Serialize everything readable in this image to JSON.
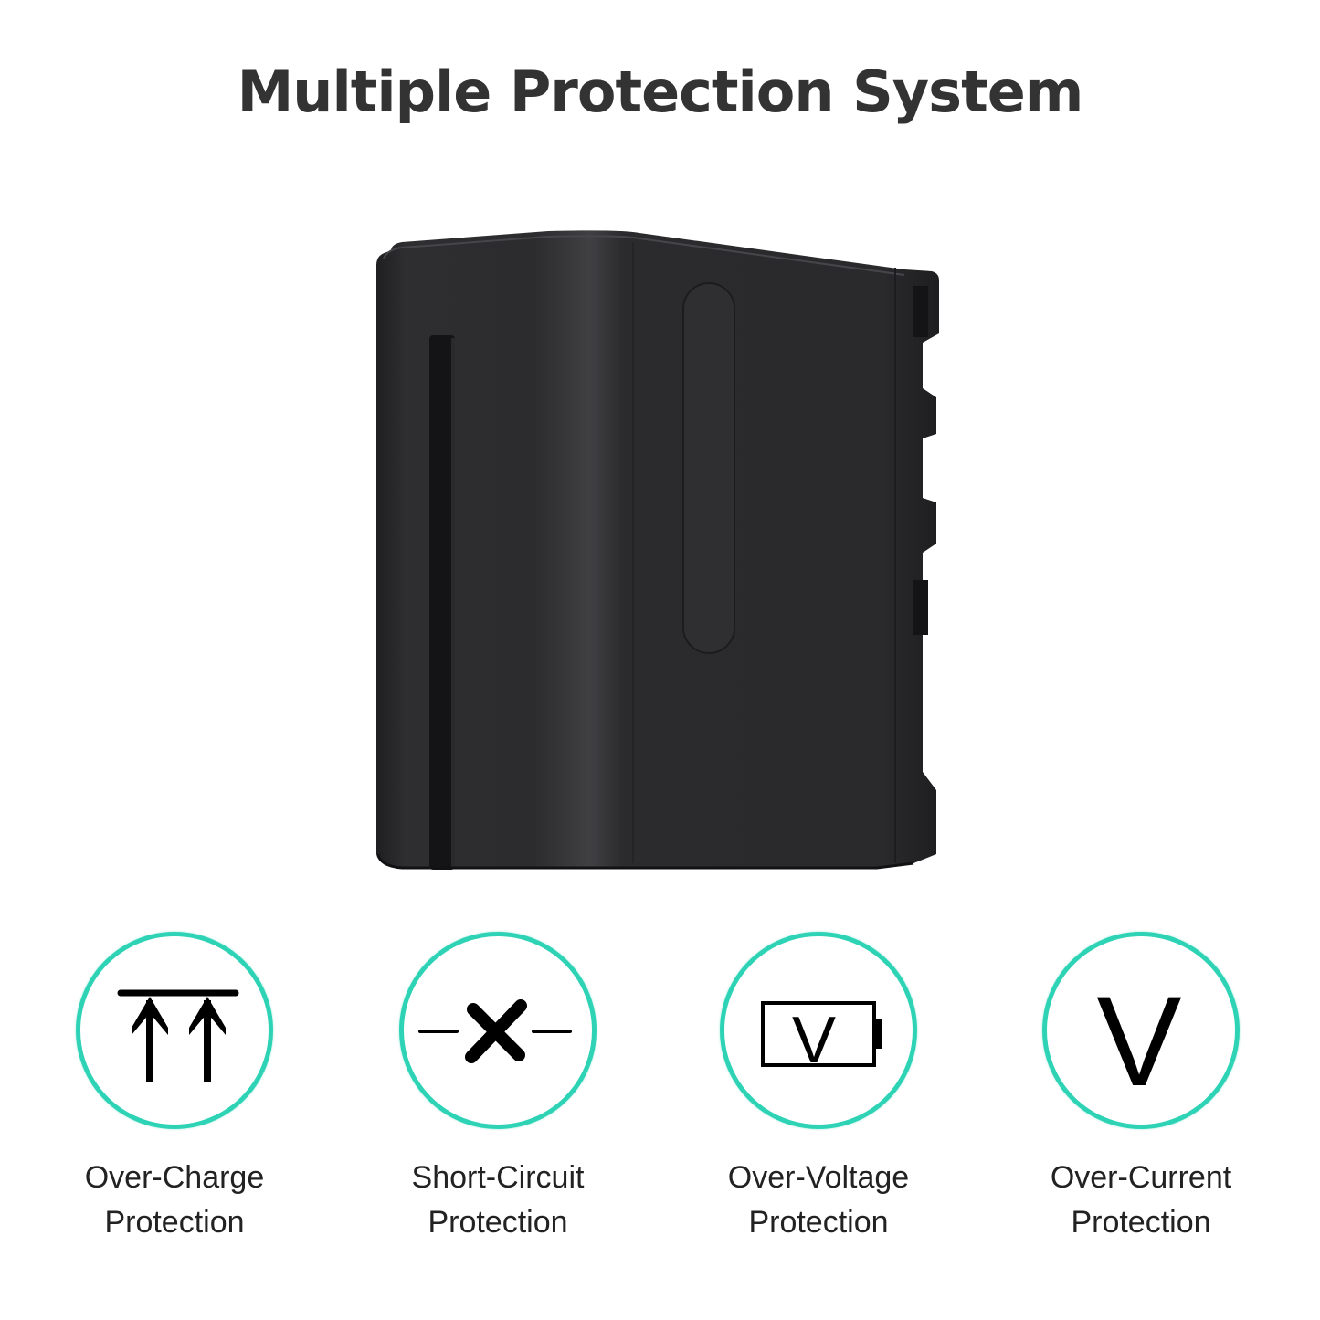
{
  "header": {
    "title": "Multiple Protection System"
  },
  "product": {
    "name": "battery-pack",
    "body_color": "#2b2b2d",
    "highlight_color": "#3a3a3c"
  },
  "accent_color": "#2ed3b5",
  "features": [
    {
      "icon": "over-charge-icon",
      "line1": "Over-Charge",
      "line2": "Protection"
    },
    {
      "icon": "short-circuit-icon",
      "line1": "Short-Circuit",
      "line2": "Protection"
    },
    {
      "icon": "over-voltage-battery-icon",
      "line1": "Over-Voltage",
      "line2": "Protection",
      "icon_text": "V"
    },
    {
      "icon": "over-current-icon",
      "line1": "Over-Current",
      "line2": "Protection",
      "icon_text": "V"
    }
  ]
}
